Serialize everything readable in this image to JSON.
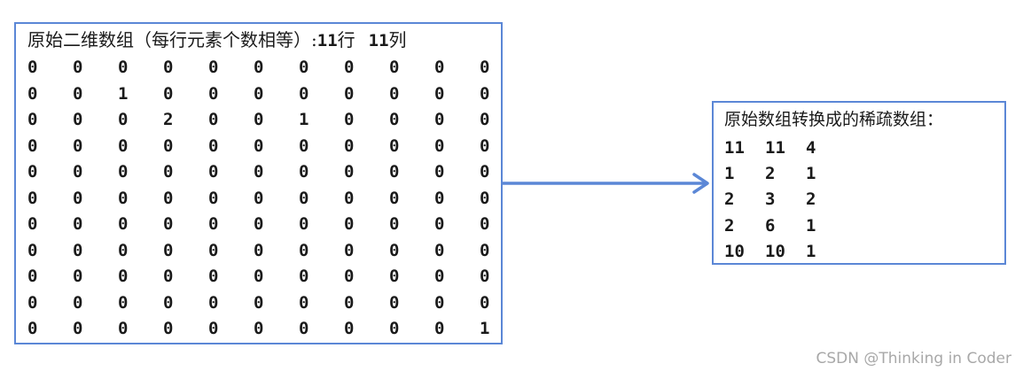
{
  "colors": {
    "accent": "#5b87d6",
    "text": "#1a1a1a",
    "watermark": "#a8a8a8"
  },
  "left_box": {
    "title": "原始二维数组（每行元素个数相等）:",
    "rows_count": "11",
    "rows_unit": "行",
    "cols_count": "11",
    "cols_unit": "列",
    "grid": [
      [
        0,
        0,
        0,
        0,
        0,
        0,
        0,
        0,
        0,
        0,
        0
      ],
      [
        0,
        0,
        1,
        0,
        0,
        0,
        0,
        0,
        0,
        0,
        0
      ],
      [
        0,
        0,
        0,
        2,
        0,
        0,
        1,
        0,
        0,
        0,
        0
      ],
      [
        0,
        0,
        0,
        0,
        0,
        0,
        0,
        0,
        0,
        0,
        0
      ],
      [
        0,
        0,
        0,
        0,
        0,
        0,
        0,
        0,
        0,
        0,
        0
      ],
      [
        0,
        0,
        0,
        0,
        0,
        0,
        0,
        0,
        0,
        0,
        0
      ],
      [
        0,
        0,
        0,
        0,
        0,
        0,
        0,
        0,
        0,
        0,
        0
      ],
      [
        0,
        0,
        0,
        0,
        0,
        0,
        0,
        0,
        0,
        0,
        0
      ],
      [
        0,
        0,
        0,
        0,
        0,
        0,
        0,
        0,
        0,
        0,
        0
      ],
      [
        0,
        0,
        0,
        0,
        0,
        0,
        0,
        0,
        0,
        0,
        0
      ],
      [
        0,
        0,
        0,
        0,
        0,
        0,
        0,
        0,
        0,
        0,
        1
      ]
    ]
  },
  "right_box": {
    "title": "原始数组转换成的稀疏数组：",
    "rows": [
      [
        11,
        11,
        4
      ],
      [
        1,
        2,
        1
      ],
      [
        2,
        3,
        2
      ],
      [
        2,
        6,
        1
      ],
      [
        10,
        10,
        1
      ]
    ]
  },
  "watermark": "CSDN @Thinking in Coder"
}
